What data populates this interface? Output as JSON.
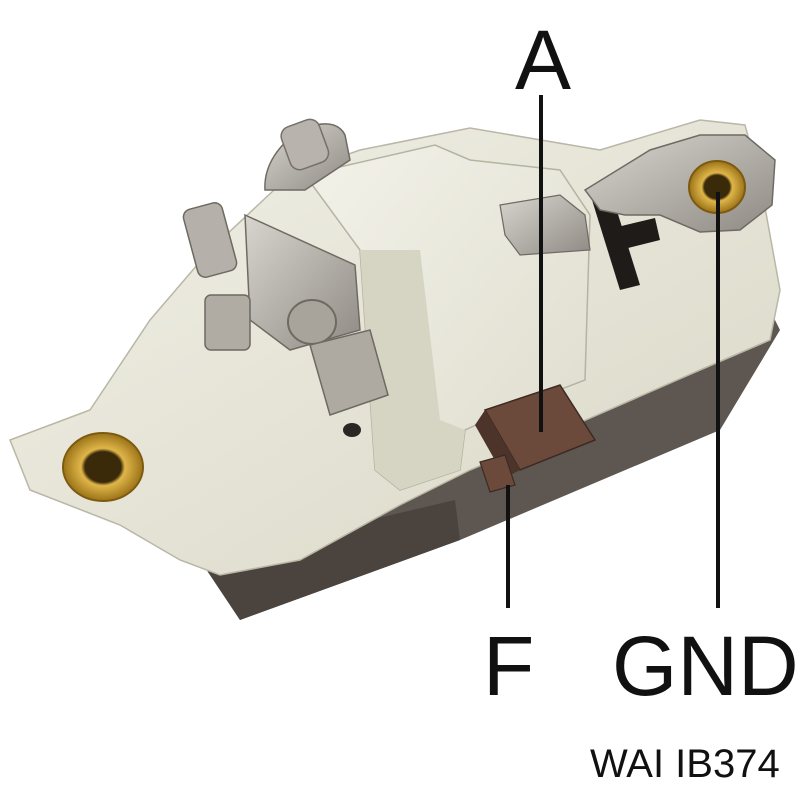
{
  "terminals": {
    "a": "A",
    "f": "F",
    "gnd": "GND"
  },
  "part_caption": "WAI IB374",
  "colors": {
    "plastic_body": "#e7e6d8",
    "plastic_shadow": "#cfcdbb",
    "base": "#5e5650",
    "metal": "#b9b5ad",
    "copper_terminal": "#6b4a3c",
    "brass_eyelet": "#c89a2c",
    "leader_line": "#111111"
  }
}
